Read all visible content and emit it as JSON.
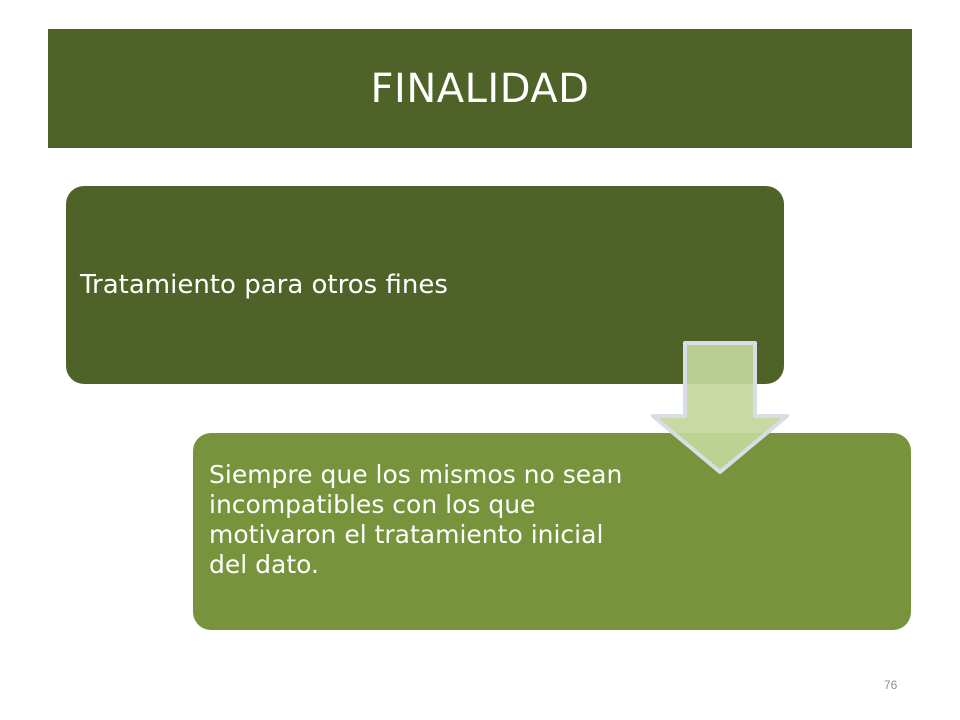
{
  "title": "FINALIDAD",
  "diagram": {
    "step1": "Tratamiento para otros fines",
    "step2": "Siempre que los mismos no sean incompatibles con los que motivaron el tratamiento inicial del dato."
  },
  "page_number": "76",
  "colors": {
    "title_bg": "#4f6228",
    "box1_bg": "#4f6228",
    "box2_bg": "#77933c",
    "arrow_fill": "#c3d69b",
    "arrow_stroke": "#d9dde8"
  },
  "icons": {
    "connector": "down-arrow-icon"
  }
}
